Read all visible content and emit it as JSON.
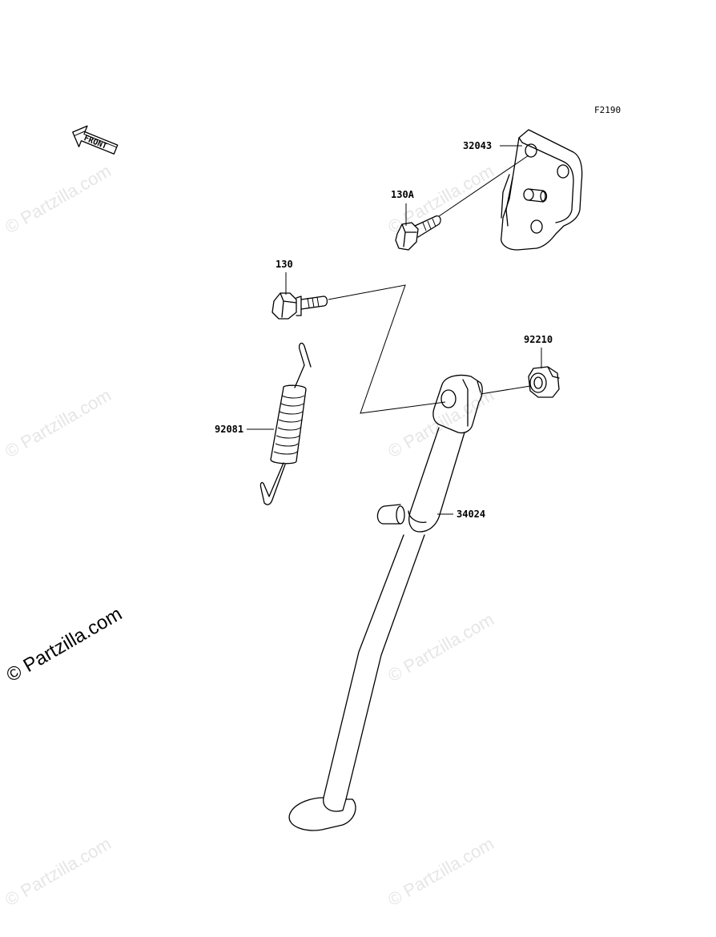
{
  "diagram": {
    "code": "F2190",
    "front_label": "FRONT",
    "parts": [
      {
        "id": "32043",
        "label": "32043"
      },
      {
        "id": "130A",
        "label": "130A"
      },
      {
        "id": "130",
        "label": "130"
      },
      {
        "id": "92210",
        "label": "92210"
      },
      {
        "id": "92081",
        "label": "92081"
      },
      {
        "id": "34024",
        "label": "34024"
      }
    ]
  },
  "watermarks": {
    "main": "© Partzilla.com",
    "faint": "© Partzilla.com"
  }
}
